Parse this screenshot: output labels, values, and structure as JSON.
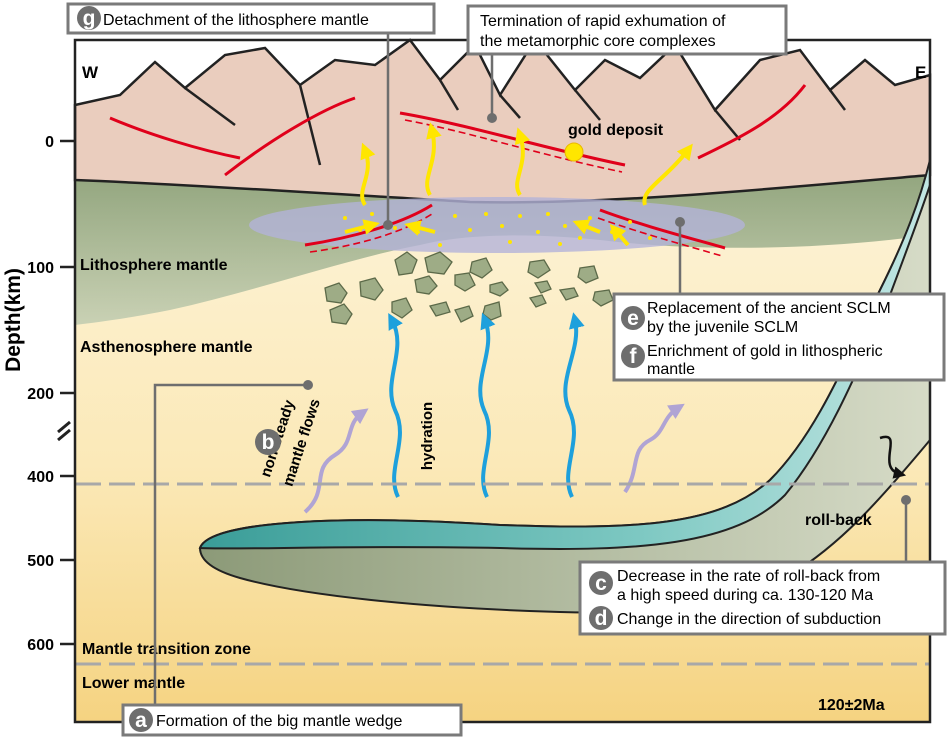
{
  "compass": {
    "west": "W",
    "east": "E"
  },
  "axis": {
    "title": "Depth(km)",
    "ticks": [
      "0",
      "100",
      "200",
      "400",
      "500",
      "600"
    ]
  },
  "layers": {
    "lithosphere_mantle": "Lithosphere mantle",
    "asthenosphere_mantle": "Asthenosphere mantle",
    "mantle_transition_zone": "Mantle transition zone",
    "lower_mantle": "Lower mantle"
  },
  "annotations": {
    "gold_deposit": "gold deposit",
    "hydration": "hydration",
    "non_steady_line1": "non-steady",
    "non_steady_line2": "mantle flows",
    "roll_back": "roll-back",
    "age": "120±2Ma"
  },
  "callouts": {
    "a": {
      "badge": "a",
      "text": "Formation of the big mantle wedge"
    },
    "b": {
      "badge": "b"
    },
    "c": {
      "badge": "c",
      "text_line1": "Decrease in the rate of roll-back from",
      "text_line2": "a high speed  during ca. 130-120 Ma"
    },
    "d": {
      "badge": "d",
      "text": "Change in the direction of subduction"
    },
    "e": {
      "badge": "e",
      "text_line1": "Replacement of the ancient SCLM",
      "text_line2": "by the juvenile SCLM"
    },
    "f": {
      "badge": "f",
      "text_line1": "Enrichment of gold in lithospheric",
      "text_line2": "mantle"
    },
    "g": {
      "badge": "g",
      "text": "Detachment of the lithosphere mantle"
    },
    "termination": {
      "text_line1": "Termination of rapid exhumation of",
      "text_line2": "the metamorphic core complexes"
    }
  },
  "colors": {
    "crust": "#eacdbe",
    "lithosphere": "#a9b896",
    "asthenosphere_top": "#fdf3d6",
    "asthenosphere_bottom": "#f6d98a",
    "slab": "#54b3ad",
    "fault": "#e0001b",
    "upwelling": "#ffe600",
    "hydration": "#1ea0dc",
    "mantle_flow": "#b0a4d4",
    "detachment_zone": "#b3b3d8",
    "fragments": "#9eac86"
  }
}
